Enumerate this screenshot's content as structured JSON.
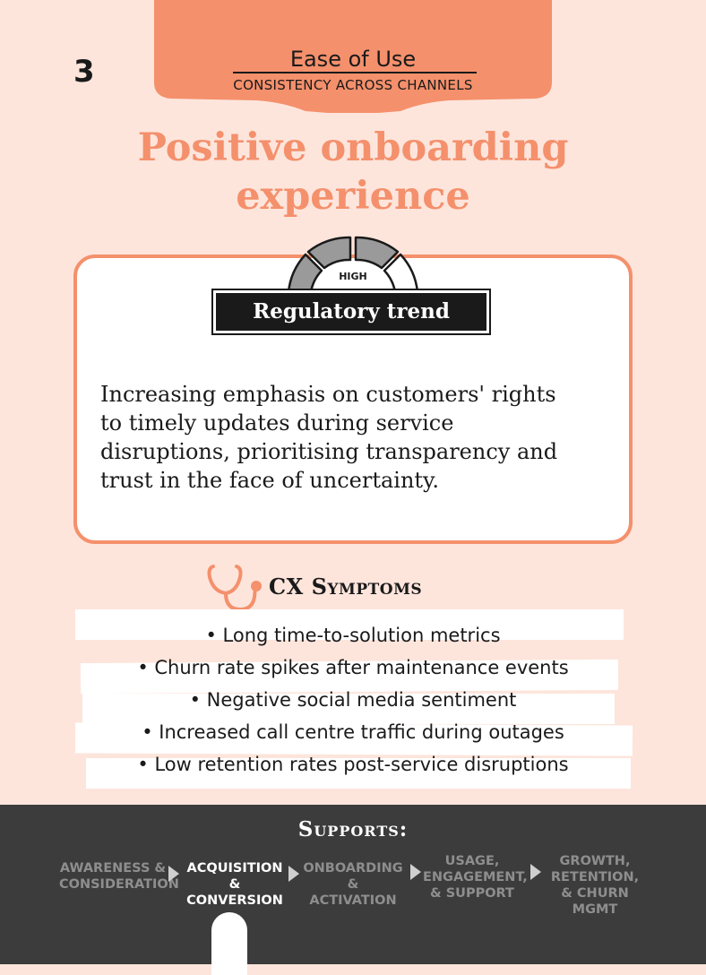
{
  "card": {
    "number": "3",
    "category": "Ease of Use",
    "subcategory": "CONSISTENCY ACROSS CHANNELS",
    "title_line1": "Positive onboarding",
    "title_line2": "experience",
    "gauge_label": "HIGH",
    "trend_label": "Regulatory trend",
    "body_line1": "Increasing emphasis on customers' rights",
    "body_line2": "to timely updates during service",
    "body_line3": "disruptions, prioritising transparency and",
    "body_line4": "trust in the face of uncertainty."
  },
  "symptoms": {
    "title": "CX Symptoms",
    "items": [
      "• Long time-to-solution metrics",
      "• Churn rate spikes after maintenance events",
      "• Negative social media sentiment",
      "• Increased call centre traffic during outages",
      "• Low retention rates post-service disruptions"
    ]
  },
  "footer": {
    "supports_label": "Supports:",
    "stages": [
      {
        "line1": "AWARENESS &",
        "line2": "CONSIDERATION",
        "line3": ""
      },
      {
        "line1": "ACQUISITION",
        "line2": "& CONVERSION",
        "line3": ""
      },
      {
        "line1": "ONBOARDING",
        "line2": "& ACTIVATION",
        "line3": ""
      },
      {
        "line1": "USAGE,",
        "line2": "ENGAGEMENT,",
        "line3": "& SUPPORT"
      },
      {
        "line1": "GROWTH,",
        "line2": "RETENTION,",
        "line3": "& CHURN MGMT"
      }
    ],
    "active_stage": "ACQUISITION & CONVERSION"
  },
  "colors": {
    "accent": "#f4906c",
    "background": "#fde5dc",
    "footer": "#3c3c3c"
  },
  "icons": [
    "stethoscope-icon",
    "gauge-icon",
    "chevron-right-icon"
  ]
}
